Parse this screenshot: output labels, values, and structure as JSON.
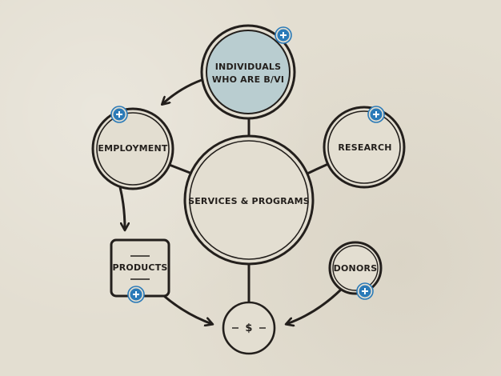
{
  "colors": {
    "background": "#e3ded1",
    "ink": "#231f1c",
    "highlight_fill": "#b9cdd0",
    "plus_blue": "#2a7ab8"
  },
  "nodes": {
    "individuals": {
      "line1": "INDIVIDUALS",
      "line2": "WHO ARE B/VI"
    },
    "employment": {
      "label": "EMPLOYMENT"
    },
    "research": {
      "label": "RESEARCH"
    },
    "services": {
      "label": "SERVICES & PROGRAMS"
    },
    "products": {
      "label": "PRODUCTS"
    },
    "donors": {
      "label": "DONORS"
    },
    "money": {
      "label": "$"
    }
  },
  "buttons": {
    "expand_icon": "plus-circle-icon"
  }
}
